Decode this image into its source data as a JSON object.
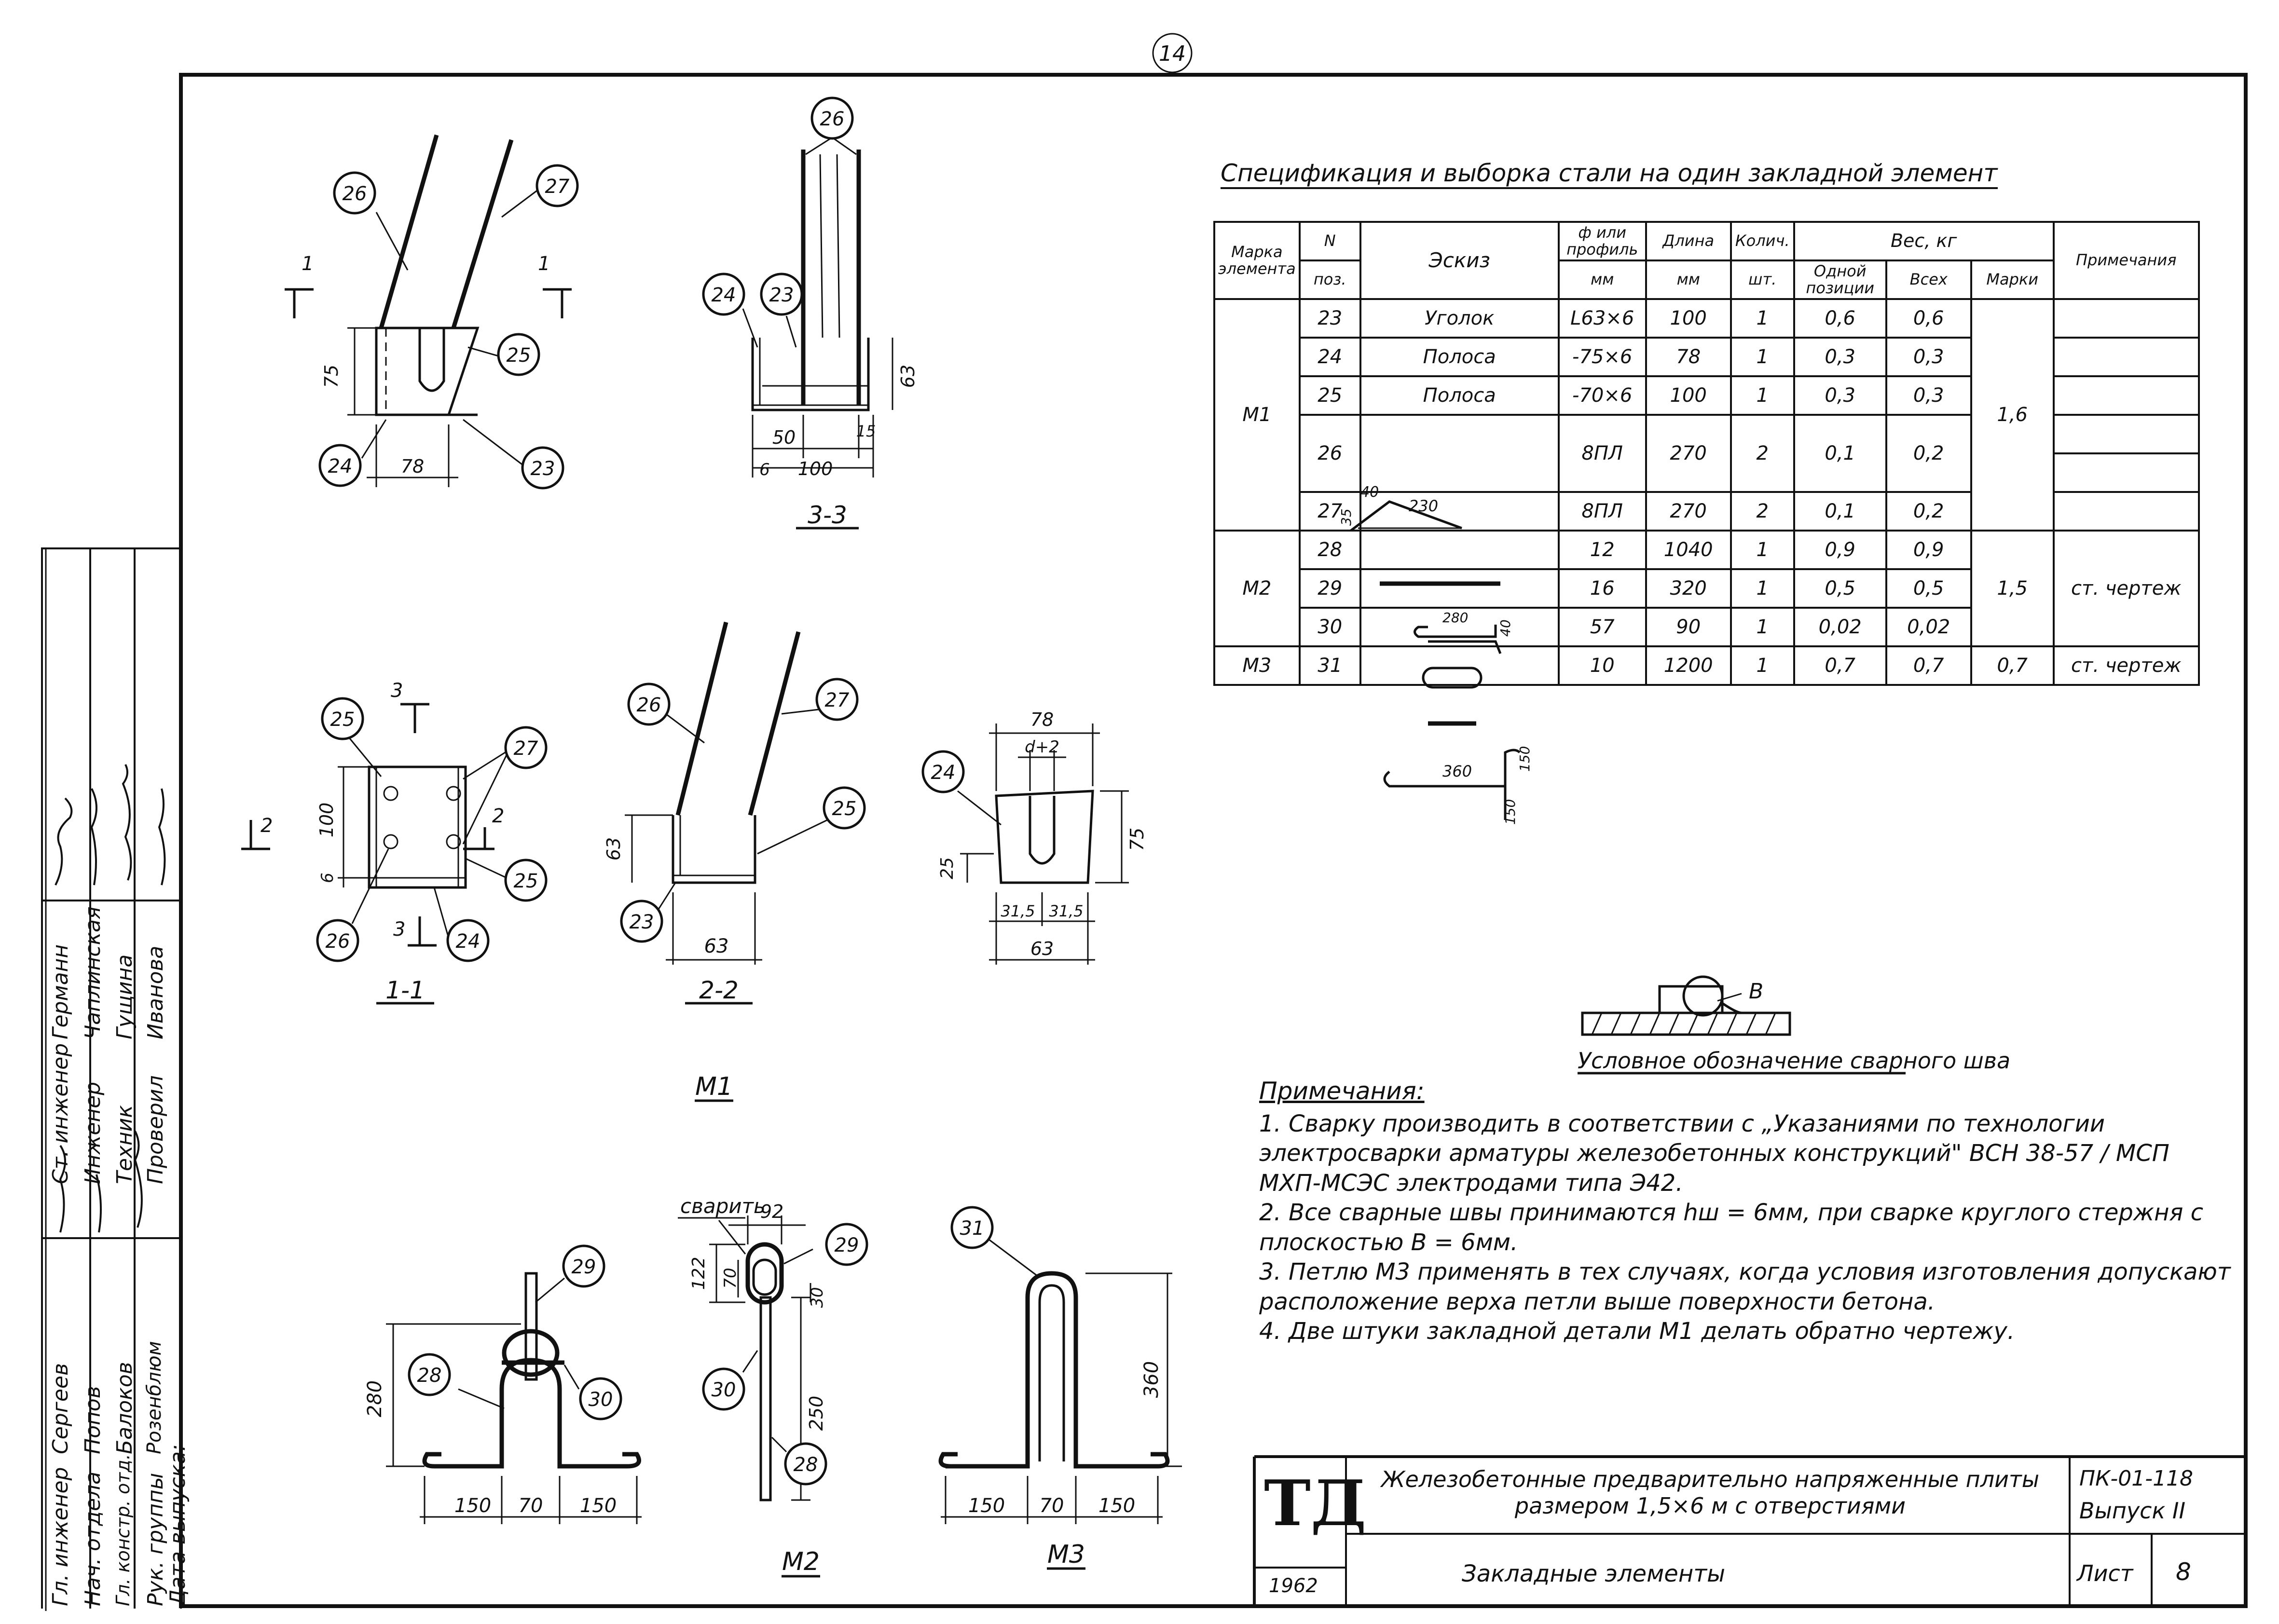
{
  "sheet_number_top": "14",
  "spec": {
    "title": "Спецификация и выборка стали на один закладной элемент",
    "headers": {
      "mark": "Марка элемента",
      "pos_n": "N",
      "pos_label": "поз.",
      "sketch": "Эскиз",
      "profile": "ф или профиль",
      "profile_unit": "мм",
      "length": "Длина",
      "length_unit": "мм",
      "qty": "Колич.",
      "qty_unit": "шт.",
      "weight": "Вес, кг",
      "weight_one": "Одной позиции",
      "weight_all": "Всех",
      "weight_mark": "Марки",
      "notes": "Примечания"
    },
    "rows": [
      {
        "mark": "М1",
        "pos": "23",
        "sketch": "Уголок",
        "profile": "L63×6",
        "length": "100",
        "qty": "1",
        "one": "0,6",
        "all": "0,6",
        "mark_w": "1,6",
        "note": ""
      },
      {
        "mark": "",
        "pos": "24",
        "sketch": "Полоса",
        "profile": "-75×6",
        "length": "78",
        "qty": "1",
        "one": "0,3",
        "all": "0,3",
        "mark_w": "",
        "note": ""
      },
      {
        "mark": "",
        "pos": "25",
        "sketch": "Полоса",
        "profile": "-70×6",
        "length": "100",
        "qty": "1",
        "one": "0,3",
        "all": "0,3",
        "mark_w": "",
        "note": ""
      },
      {
        "mark": "",
        "pos": "26",
        "sketch": "",
        "profile": "8ПЛ",
        "length": "270",
        "qty": "2",
        "one": "0,1",
        "all": "0,2",
        "mark_w": "",
        "note": ""
      },
      {
        "mark": "",
        "pos": "27",
        "sketch": "",
        "profile": "8ПЛ",
        "length": "270",
        "qty": "2",
        "one": "0,1",
        "all": "0,2",
        "mark_w": "",
        "note": ""
      },
      {
        "mark": "М2",
        "pos": "28",
        "sketch": "",
        "profile": "12",
        "length": "1040",
        "qty": "1",
        "one": "0,9",
        "all": "0,9",
        "mark_w": "1,5",
        "note": "ст. чертеж"
      },
      {
        "mark": "",
        "pos": "29",
        "sketch": "",
        "profile": "16",
        "length": "320",
        "qty": "1",
        "one": "0,5",
        "all": "0,5",
        "mark_w": "",
        "note": ""
      },
      {
        "mark": "",
        "pos": "30",
        "sketch": "",
        "profile": "57",
        "length": "90",
        "qty": "1",
        "one": "0,02",
        "all": "0,02",
        "mark_w": "",
        "note": ""
      },
      {
        "mark": "М3",
        "pos": "31",
        "sketch": "",
        "profile": "10",
        "length": "1200",
        "qty": "1",
        "one": "0,7",
        "all": "0,7",
        "mark_w": "0,7",
        "note": "ст. чертеж"
      }
    ],
    "sketch_dims": {
      "p26_a": "40",
      "p26_b": "230",
      "p26_c": "35",
      "p28_a": "280",
      "p28_b": "40",
      "p31_a": "360",
      "p31_b": "150",
      "p31_c": "150"
    }
  },
  "weld": {
    "label": "Условное обозначение сварного шва",
    "mark": "B"
  },
  "notes": {
    "title": "Примечания:",
    "items": [
      "1. Сварку производить в соответствии с „Указаниями по технологии электросварки арматуры железобетонных конструкций\" ВСН 38-57 / МСП МХП-МСЭС электродами типа Э42.",
      "2. Все сварные швы принимаются hш = 6мм, при сварке круглого стержня с плоскостью B = 6мм.",
      "3. Петлю М3 применять в тех случаях, когда условия изготовления допускают расположение верха петли выше поверхности бетона.",
      "4. Две штуки закладной детали М1 делать обратно чертежу."
    ]
  },
  "title_block": {
    "logo": "ТД",
    "year": "1962",
    "project": "Железобетонные предварительно напряженные плиты размером 1,5×6 м с отверстиями",
    "sheet_title": "Закладные элементы",
    "code": "ПК-01-118",
    "issue": "Выпуск II",
    "sheet_label": "Лист",
    "sheet_no": "8"
  },
  "stamp": {
    "rows": [
      {
        "role": "Гл. инженер",
        "name": "Сергеев"
      },
      {
        "role": "Нач. отдела",
        "name": "Попов"
      },
      {
        "role": "Гл. констр. отд.",
        "name": "Балоков"
      },
      {
        "role": "Рук. группы",
        "name": "Розенблюм"
      },
      {
        "role": "Дата выпуска:",
        "name": ""
      },
      {
        "role": "Ст. инженер",
        "name": "Германн"
      },
      {
        "role": "Инженер",
        "name": "Чаплинская"
      },
      {
        "role": "Техник",
        "name": "Гущина"
      },
      {
        "role": "Проверил",
        "name": "Иванова"
      }
    ]
  },
  "views": {
    "m1_front": {
      "b1": "26",
      "b2": "27",
      "b3": "25",
      "b4": "24",
      "b5": "23",
      "dim_h": "75",
      "dim_w": "78",
      "cut": "1"
    },
    "m1_33": {
      "b1": "26",
      "b2": "24",
      "b3": "23",
      "d1": "50",
      "d2": "15",
      "d3": "6",
      "d4": "100",
      "d5": "63",
      "label": "3-3"
    },
    "m1_11": {
      "b1": "25",
      "b2": "27",
      "b3": "25",
      "b4": "26",
      "b5": "24",
      "d1": "100",
      "d2": "6",
      "cut3": "3",
      "cut2": "2",
      "label": "1-1"
    },
    "m1_22": {
      "b1": "26",
      "b2": "27",
      "b3": "25",
      "b4": "23",
      "d1": "63",
      "d2": "63",
      "label": "2-2"
    },
    "m1_plate": {
      "b1": "24",
      "d1": "78",
      "d2": "d+2",
      "d3": "75",
      "d4": "25",
      "d5": "31,5",
      "d6": "31,5",
      "d7": "63"
    },
    "m1_label": "М1",
    "m2_a": {
      "b1": "29",
      "b2": "28",
      "b3": "30",
      "d1": "280",
      "d2": "150",
      "d3": "70",
      "d4": "150"
    },
    "m2_b": {
      "weld": "сварить",
      "b1": "29",
      "b2": "30",
      "b3": "28",
      "d1": "92",
      "d2": "122",
      "d3": "70",
      "d4": "30",
      "d5": "250",
      "label": "М2"
    },
    "m3": {
      "b1": "31",
      "d1": "360",
      "d2": "150",
      "d3": "70",
      "d4": "150",
      "label": "М3"
    }
  }
}
